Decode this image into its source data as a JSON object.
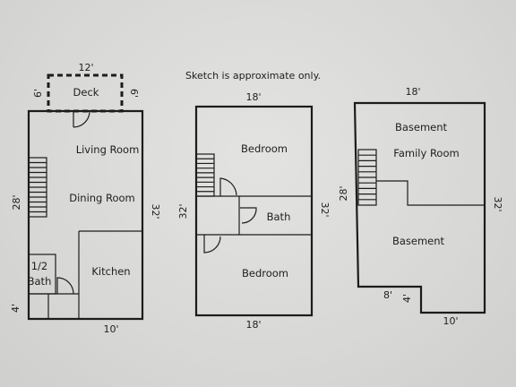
{
  "note": "Sketch is approximate only.",
  "floors": {
    "main": {
      "deck": {
        "label": "Deck",
        "width": "12'",
        "depth_left": "6'",
        "depth_right": "6'"
      },
      "rooms": {
        "living": "Living Room",
        "dining": "Dining Room",
        "kitchen": "Kitchen",
        "half_bath_line1": "1/2",
        "half_bath_line2": "Bath"
      },
      "dims": {
        "left": "28'",
        "right": "32'",
        "bottom": "10'",
        "notch": "4'"
      }
    },
    "upper": {
      "rooms": {
        "bedroom_top": "Bedroom",
        "bath": "Bath",
        "bedroom_bottom": "Bedroom"
      },
      "dims": {
        "top": "18'",
        "bottom": "18'",
        "left": "32'",
        "right": "32'"
      }
    },
    "basement": {
      "rooms": {
        "basement_top": "Basement",
        "family_room": "Family Room",
        "basement_main": "Basement"
      },
      "dims": {
        "top": "18'",
        "left": "28'",
        "right": "32'",
        "bottom": "10'",
        "notch_w": "8'",
        "notch_h": "4'"
      }
    }
  }
}
